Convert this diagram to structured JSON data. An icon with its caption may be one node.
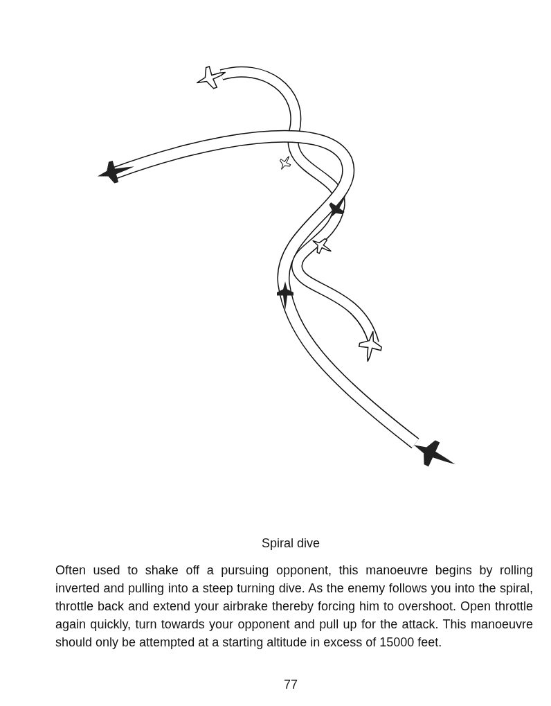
{
  "diagram": {
    "title": "Spiral dive",
    "labels": [
      "Often used to shake off a pursuing opponent, this manoeuvre begins by rolling inverted and pulling into a steep turning dive. As the enemy follows you into the spiral, throttle back and extend your airbrake thereby forcing him to overshoot. Open throttle again quickly, turn towards your opponent and pull up for the attack. This manoeuvre should only be attempted at a starting altitude in excess of 15000 feet.",
      "77"
    ]
  }
}
